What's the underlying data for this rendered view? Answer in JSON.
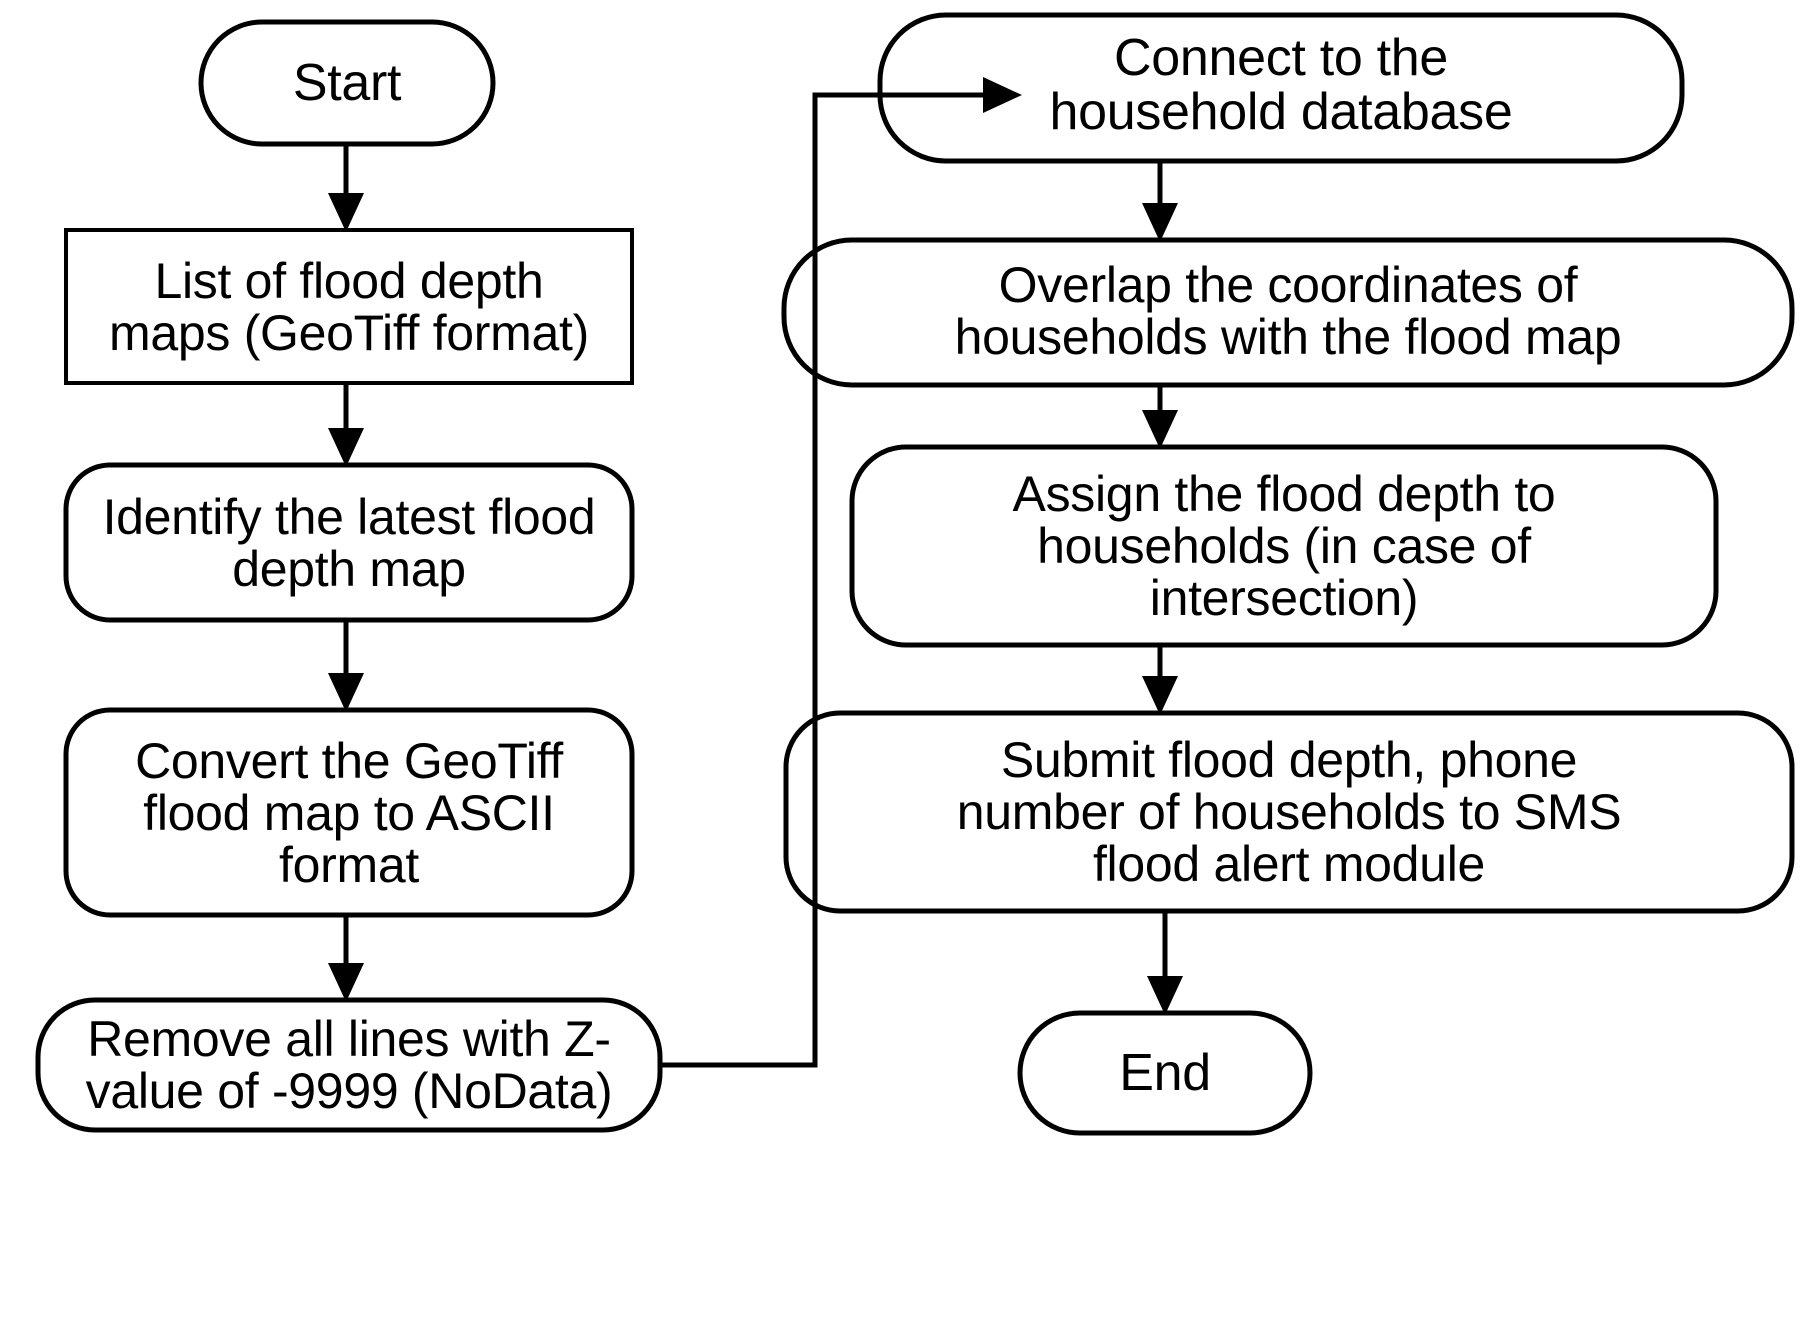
{
  "diagram": {
    "title": "Flood depth SMS alert processing flowchart",
    "background_color": "#ffffff",
    "stroke_color": "#000000",
    "text_color": "#000000",
    "nodes": [
      {
        "id": "start",
        "label": "Start",
        "shape": "stadium",
        "column": "left"
      },
      {
        "id": "list-maps",
        "label": "List of flood depth\nmaps (GeoTiff format)",
        "shape": "rectangle",
        "column": "left"
      },
      {
        "id": "identify",
        "label": "Identify the latest flood\ndepth map",
        "shape": "rounded",
        "column": "left"
      },
      {
        "id": "convert",
        "label": "Convert the GeoTiff\nflood map to ASCII\nformat",
        "shape": "rounded",
        "column": "left"
      },
      {
        "id": "remove",
        "label": "Remove all lines with Z-\nvalue of -9999 (NoData)",
        "shape": "rounded",
        "column": "left"
      },
      {
        "id": "connect-db",
        "label": "Connect to the\nhousehold database",
        "shape": "rounded",
        "column": "right"
      },
      {
        "id": "overlap",
        "label": "Overlap the coordinates of\nhouseholds with the flood map",
        "shape": "rounded",
        "column": "right"
      },
      {
        "id": "assign",
        "label": "Assign the flood depth to\nhouseholds (in case of\nintersection)",
        "shape": "rounded",
        "column": "right"
      },
      {
        "id": "submit",
        "label": "Submit flood depth, phone\nnumber of households to SMS\nflood alert module",
        "shape": "rounded",
        "column": "right"
      },
      {
        "id": "end",
        "label": "End",
        "shape": "stadium",
        "column": "right"
      }
    ],
    "edges": [
      {
        "from": "start",
        "to": "list-maps",
        "type": "straight-down"
      },
      {
        "from": "list-maps",
        "to": "identify",
        "type": "straight-down"
      },
      {
        "from": "identify",
        "to": "convert",
        "type": "straight-down"
      },
      {
        "from": "convert",
        "to": "remove",
        "type": "straight-down"
      },
      {
        "from": "remove",
        "to": "connect-db",
        "type": "elbow-right-up"
      },
      {
        "from": "connect-db",
        "to": "overlap",
        "type": "straight-down"
      },
      {
        "from": "overlap",
        "to": "assign",
        "type": "straight-down"
      },
      {
        "from": "assign",
        "to": "submit",
        "type": "straight-down"
      },
      {
        "from": "submit",
        "to": "end",
        "type": "straight-down"
      }
    ]
  }
}
